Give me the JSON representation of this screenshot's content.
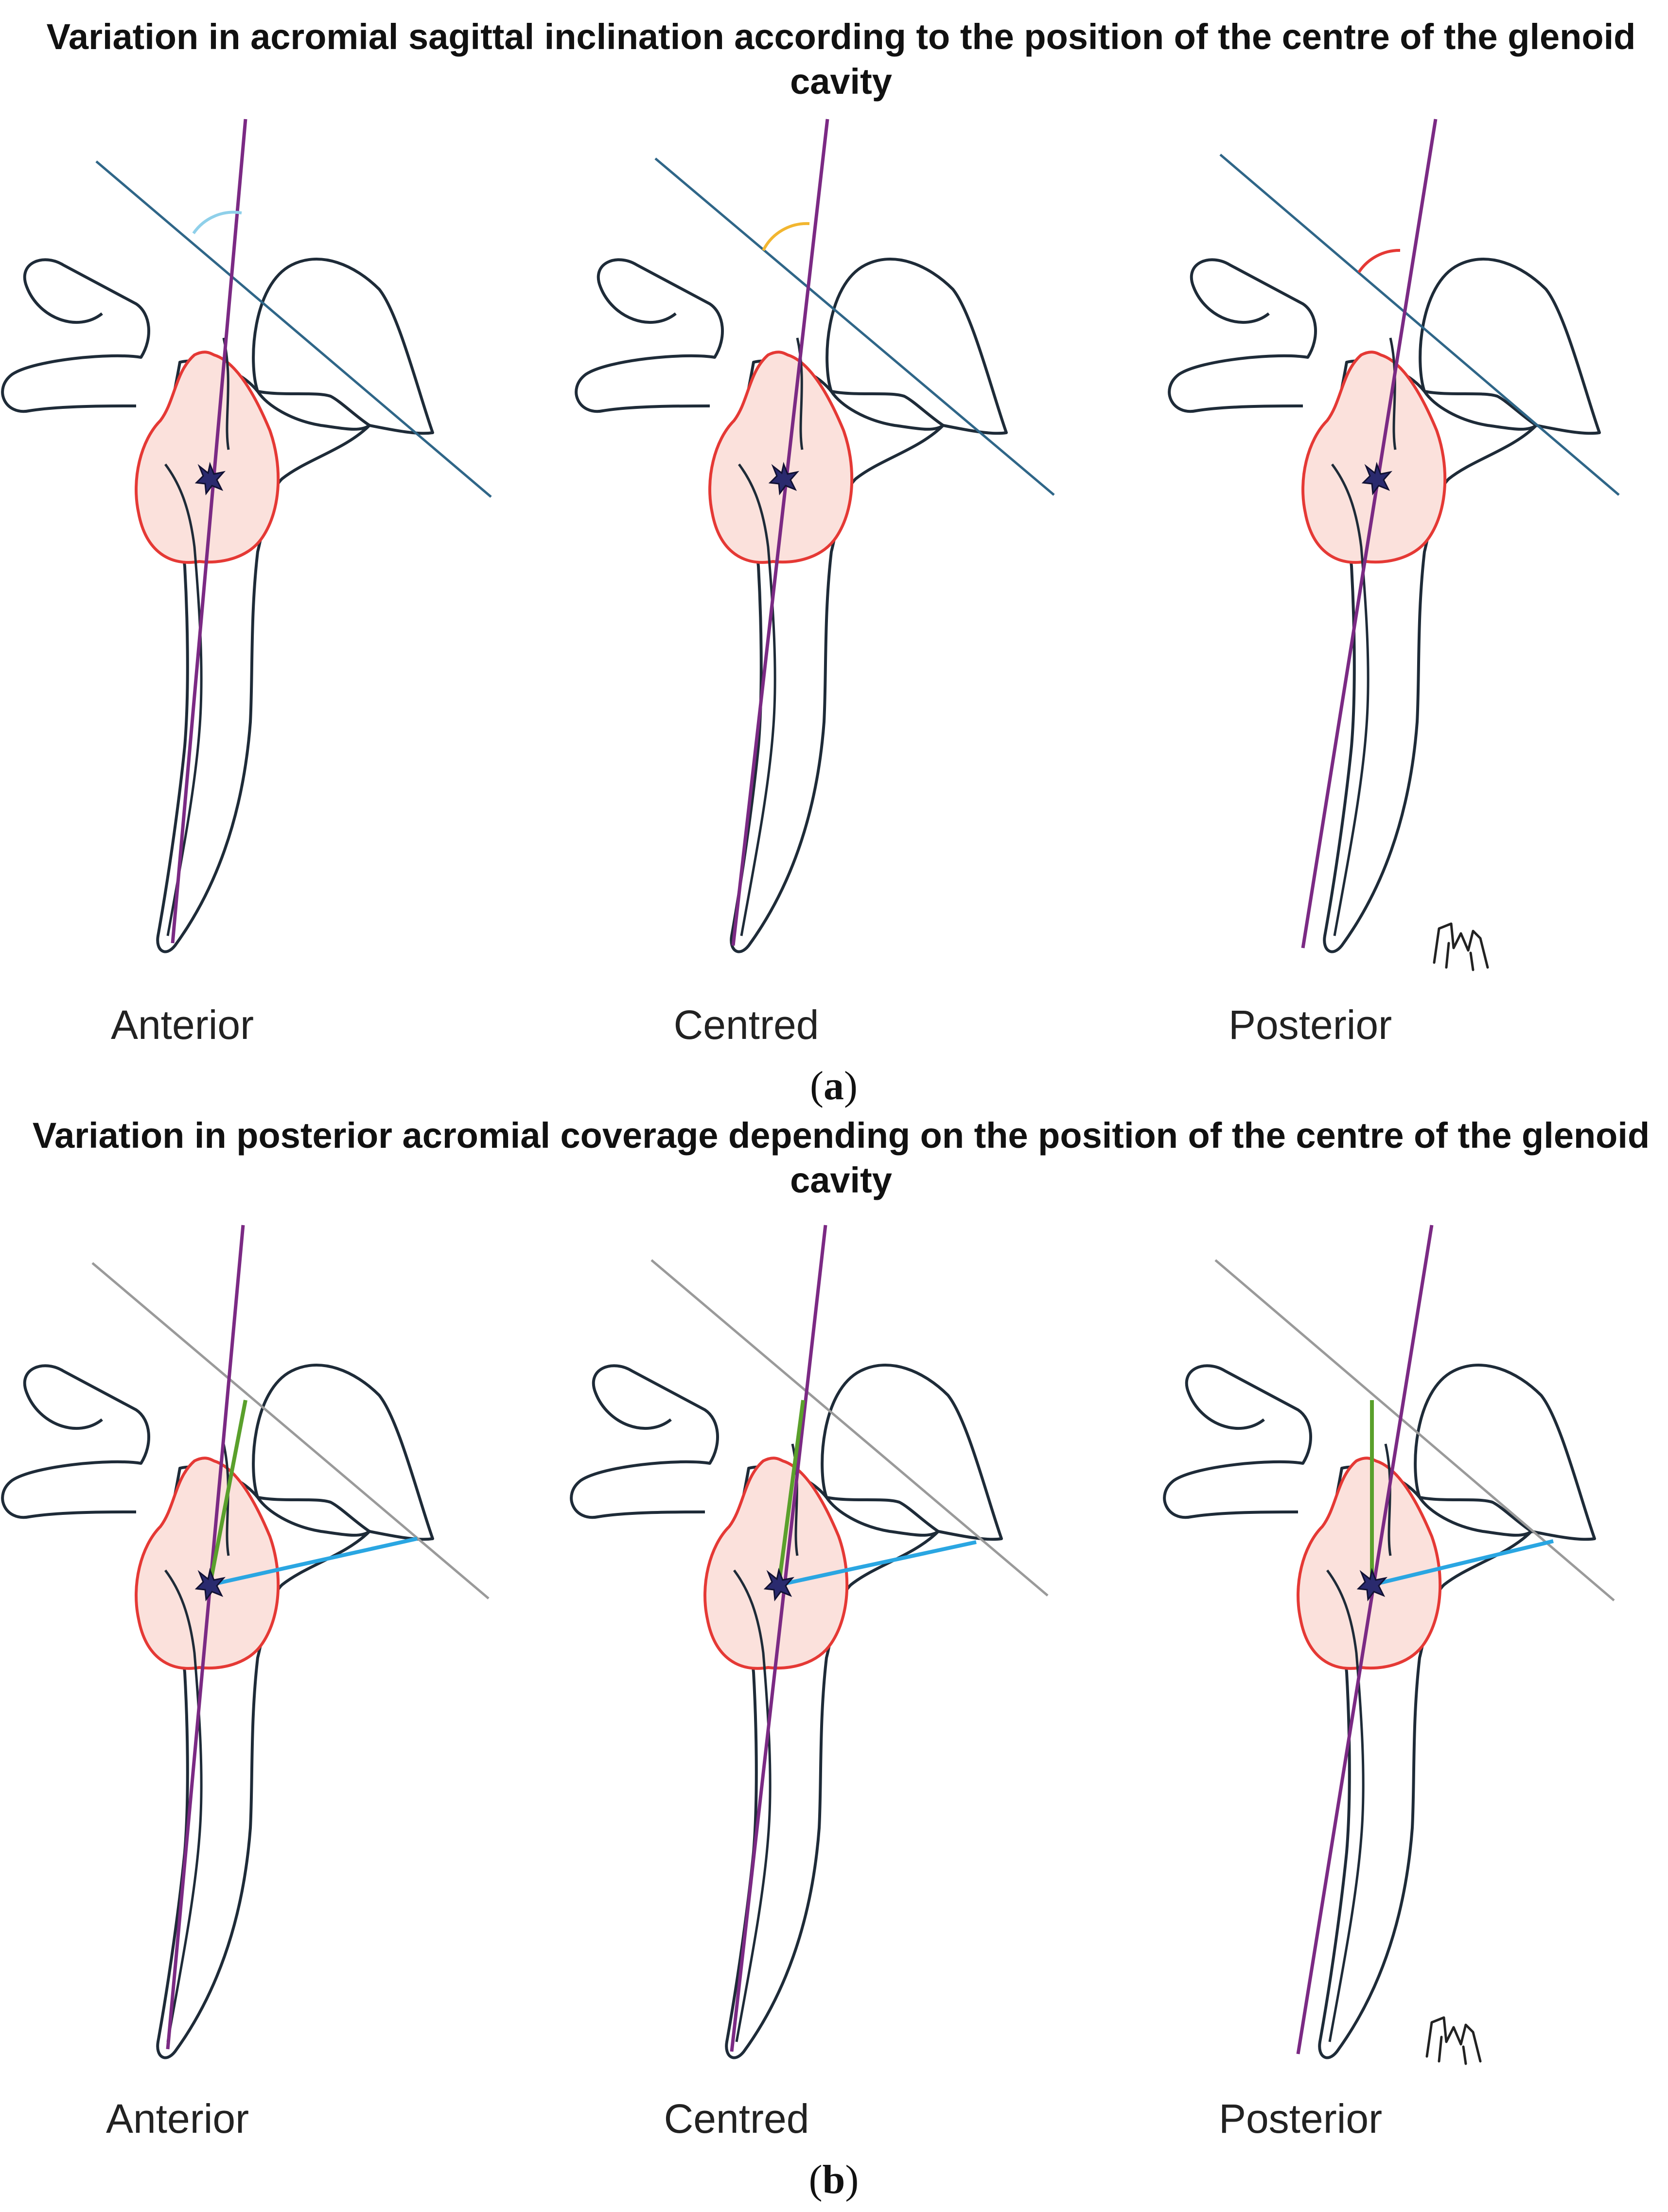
{
  "panel_a": {
    "title": "Variation in acromial sagittal inclination according to the position of the centre of the glenoid cavity",
    "labels": [
      "Anterior",
      "Centred",
      "Posterior"
    ],
    "letter": "a"
  },
  "panel_b": {
    "title": "Variation in posterior acromial coverage depending on the position of the centre of the glenoid cavity",
    "labels": [
      "Anterior",
      "Centred",
      "Posterior"
    ],
    "letter": "b"
  },
  "colors": {
    "bone_outline": "#1e2b38",
    "glenoid_outline": "#e53935",
    "glenoid_fill": "#fbe1dc",
    "axis_line": "#7b2a84",
    "acromial_line_a": "#2f6688",
    "acromial_line_b": "#9a9a9a",
    "angle_anterior": "#8fd0ea",
    "angle_centred": "#f2b630",
    "angle_posterior": "#e53935",
    "coverage_vertical": "#5aa02c",
    "coverage_horizontal": "#2aa6e2",
    "centre_marker": "#2a2a6e"
  },
  "icons": [
    "glenoid-centre-star-icon",
    "author-signature-logo"
  ]
}
